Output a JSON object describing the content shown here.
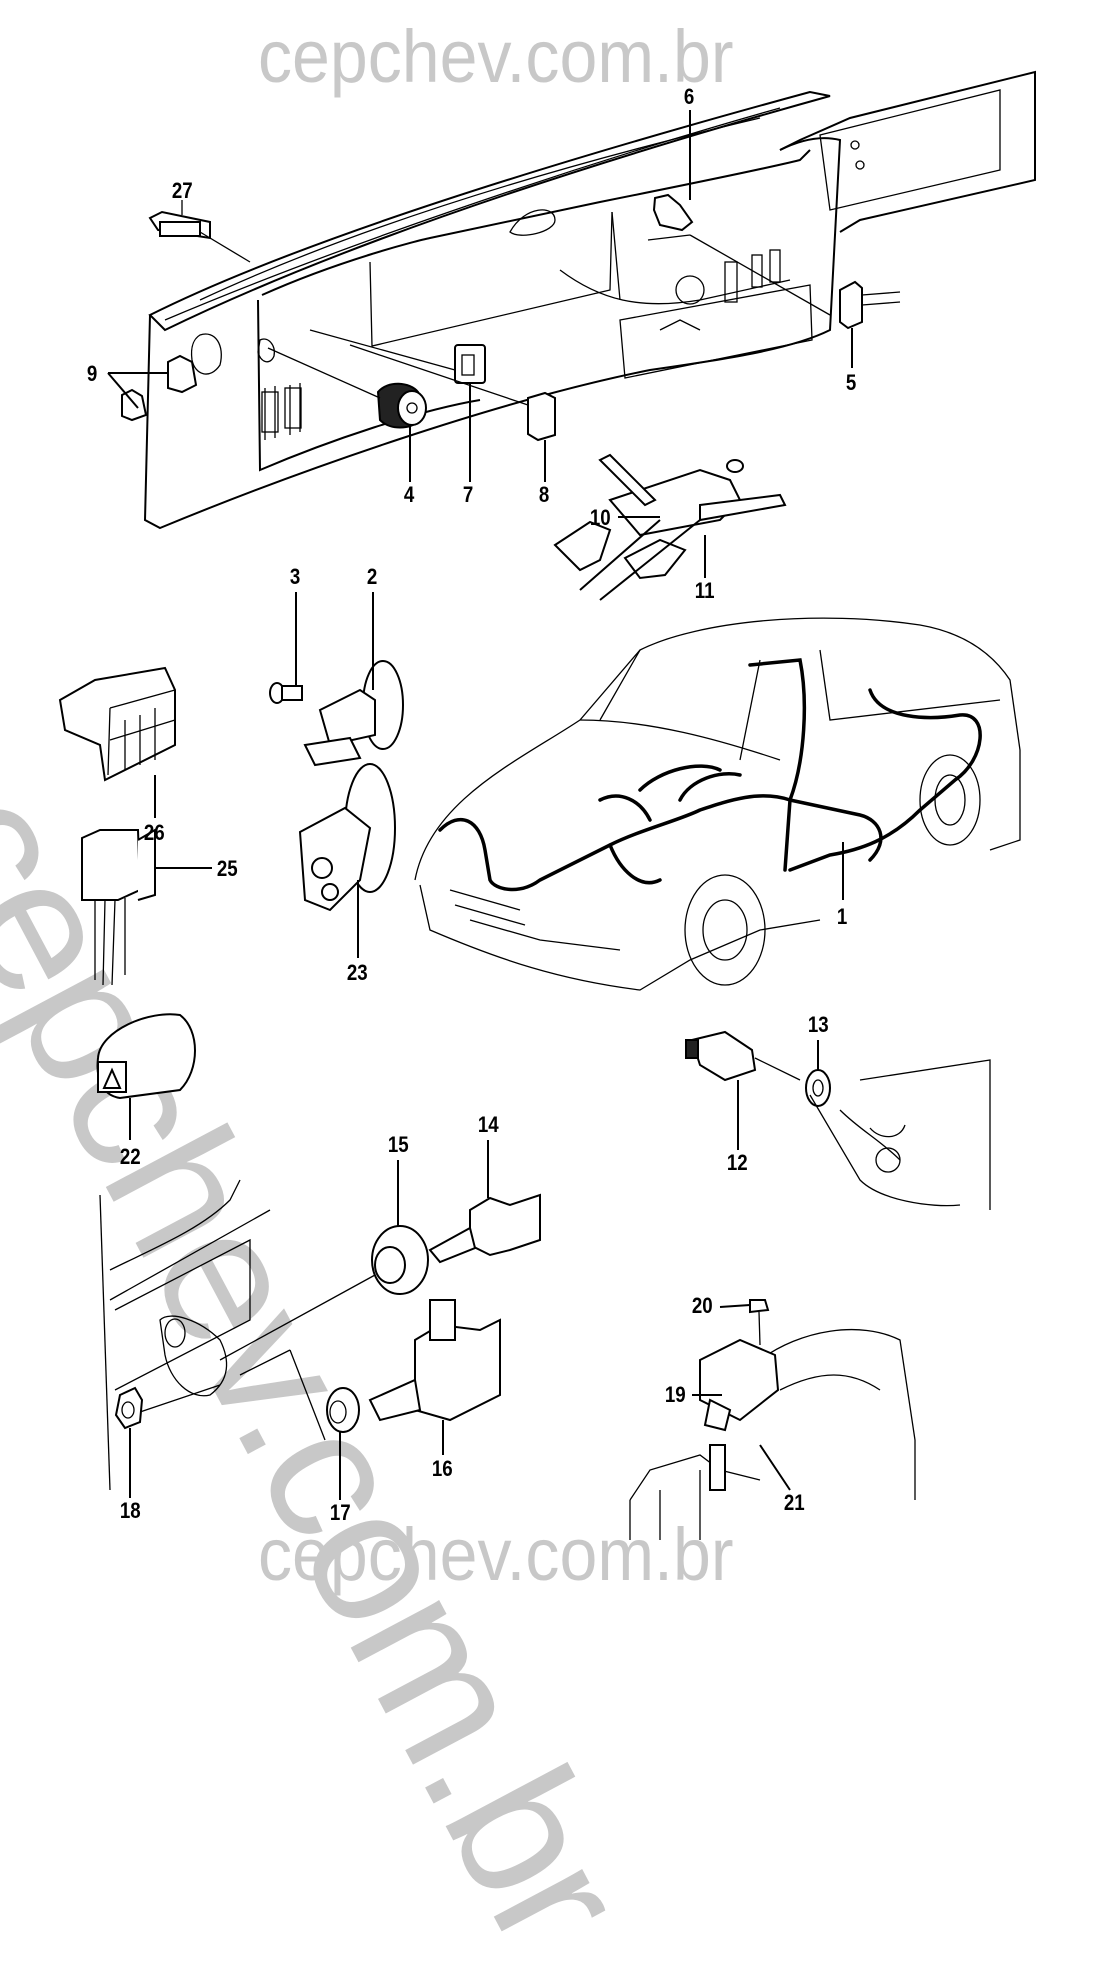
{
  "diagram": {
    "title": "Electrical switches and wiring harness - exploded parts view",
    "watermark": {
      "top": "cepchev.com.br",
      "bottom": "cepchev.com.br",
      "diagonal": "cepchev.com.br"
    },
    "callouts": [
      {
        "id": "1",
        "label": "1",
        "part": "main-wiring-harness"
      },
      {
        "id": "2",
        "label": "2",
        "part": "ignition-switch-bracket"
      },
      {
        "id": "3",
        "label": "3",
        "part": "bolt"
      },
      {
        "id": "4",
        "label": "4",
        "part": "light-switch-knob"
      },
      {
        "id": "5",
        "label": "5",
        "part": "dash-switch-right"
      },
      {
        "id": "6",
        "label": "6",
        "part": "upper-dash-switch"
      },
      {
        "id": "7",
        "label": "7",
        "part": "dash-switch-center"
      },
      {
        "id": "8",
        "label": "8",
        "part": "switch-blank-cover"
      },
      {
        "id": "9",
        "label": "9",
        "part": "side-switches"
      },
      {
        "id": "10",
        "label": "10",
        "part": "turn-signal-stalk-switch"
      },
      {
        "id": "11",
        "label": "11",
        "part": "wiper-stalk-switch"
      },
      {
        "id": "12",
        "label": "12",
        "part": "oil-pressure-sender"
      },
      {
        "id": "13",
        "label": "13",
        "part": "sealing-washer"
      },
      {
        "id": "14",
        "label": "14",
        "part": "brake-light-switch"
      },
      {
        "id": "15",
        "label": "15",
        "part": "switch-retainer"
      },
      {
        "id": "16",
        "label": "16",
        "part": "clutch-pedal-switch"
      },
      {
        "id": "17",
        "label": "17",
        "part": "rubber-bushing"
      },
      {
        "id": "18",
        "label": "18",
        "part": "nut"
      },
      {
        "id": "19",
        "label": "19",
        "part": "throttle-position-switch"
      },
      {
        "id": "20",
        "label": "20",
        "part": "screw"
      },
      {
        "id": "21",
        "label": "21",
        "part": "wire-clip"
      },
      {
        "id": "22",
        "label": "22",
        "part": "hazard-warning-switch"
      },
      {
        "id": "23",
        "label": "23",
        "part": "ignition-lock-housing"
      },
      {
        "id": "25",
        "label": "25",
        "part": "relay-connector"
      },
      {
        "id": "26",
        "label": "26",
        "part": "fuse-block-connector"
      },
      {
        "id": "27",
        "label": "27",
        "part": "door-jamb-switch"
      }
    ]
  }
}
